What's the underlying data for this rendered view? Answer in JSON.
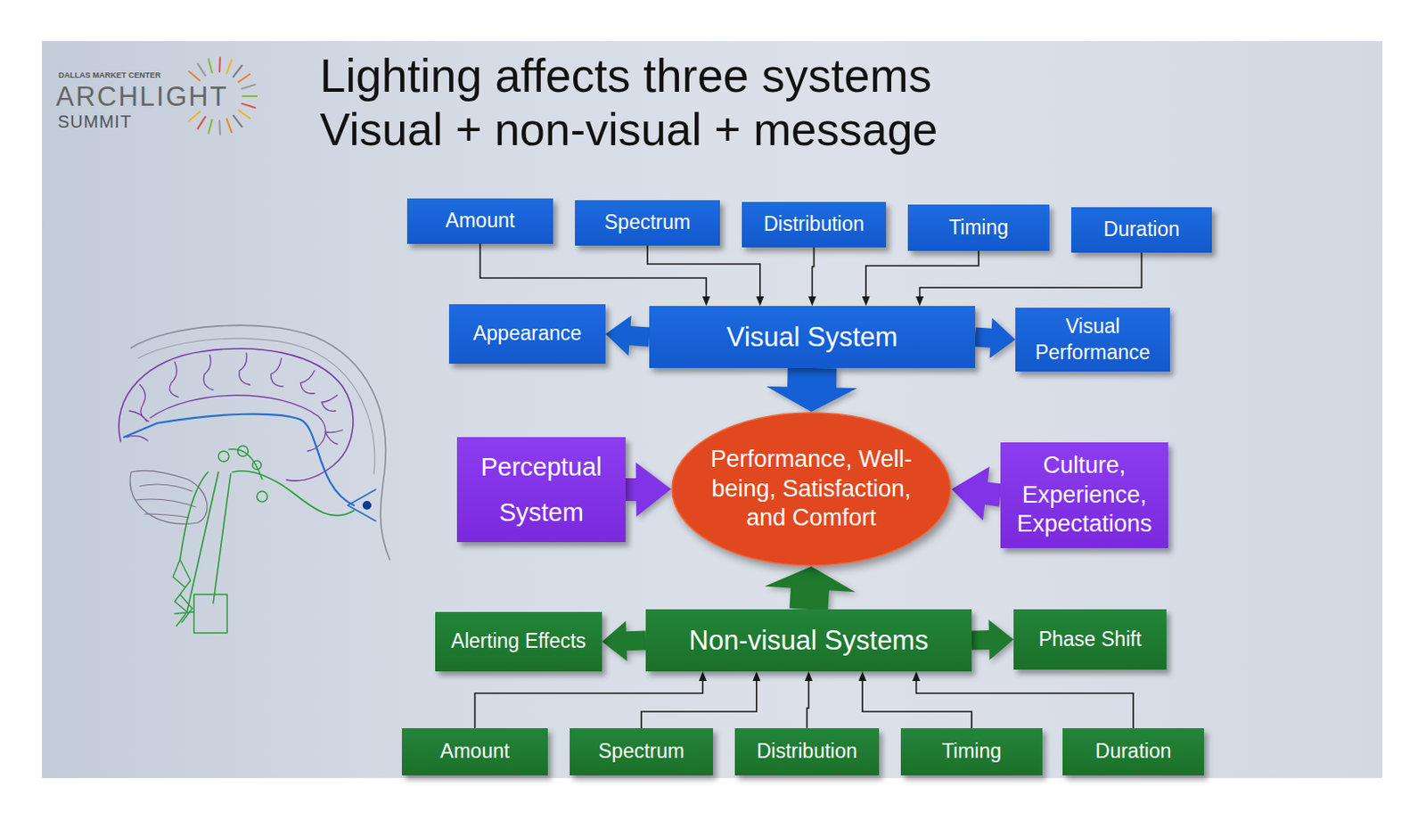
{
  "diagram": {
    "title": "Lighting affects three systems",
    "nodes": [
      {
        "text": [
          "Amount"
        ]
      },
      {
        "text": [
          "Spectrum"
        ]
      },
      {
        "text": [
          "Distribution"
        ]
      },
      {
        "text": [
          "Timing"
        ]
      },
      {
        "text": [
          "Duration"
        ]
      },
      {
        "text": [
          "Appearance"
        ]
      },
      {
        "text": [
          "Visual System"
        ]
      },
      {
        "text": [
          "Visual Performance"
        ]
      },
      {
        "text": [
          "Perceptual System"
        ]
      },
      {
        "text": [
          "Performance, Well-being, Satisfaction, and Comfort"
        ]
      },
      {
        "text": [
          "Culture, Experience, Expectations"
        ]
      },
      {
        "text": [
          "Alerting Effects"
        ]
      },
      {
        "text": [
          "Non-visual Systems"
        ]
      },
      {
        "text": [
          "Phase Shift"
        ]
      },
      {
        "text": [
          "Amount"
        ]
      },
      {
        "text": [
          "Spectrum"
        ]
      },
      {
        "text": [
          "Distribution"
        ]
      },
      {
        "text": [
          "Timing"
        ]
      },
      {
        "text": [
          "Duration"
        ]
      }
    ],
    "edges": [
      {
        "from": 0,
        "to": 6,
        "arrow": "to"
      },
      {
        "from": 1,
        "to": 6,
        "arrow": "to"
      },
      {
        "from": 2,
        "to": 6,
        "arrow": "to"
      },
      {
        "from": 3,
        "to": 6,
        "arrow": "to"
      },
      {
        "from": 4,
        "to": 6,
        "arrow": "to"
      },
      {
        "from": 6,
        "to": 5,
        "arrow": "to"
      },
      {
        "from": 6,
        "to": 7,
        "arrow": "to"
      },
      {
        "from": 6,
        "to": 9,
        "arrow": "to"
      },
      {
        "from": 8,
        "to": 9,
        "arrow": "to"
      },
      {
        "from": 10,
        "to": 9,
        "arrow": "to"
      },
      {
        "from": 12,
        "to": 9,
        "arrow": "to"
      },
      {
        "from": 12,
        "to": 11,
        "arrow": "to"
      },
      {
        "from": 12,
        "to": 13,
        "arrow": "to"
      },
      {
        "from": 14,
        "to": 12,
        "arrow": "to"
      },
      {
        "from": 15,
        "to": 12,
        "arrow": "to"
      },
      {
        "from": 16,
        "to": 12,
        "arrow": "to"
      },
      {
        "from": 17,
        "to": 12,
        "arrow": "to"
      },
      {
        "from": 18,
        "to": 12,
        "arrow": "to"
      }
    ],
    "labels": [
      "DALLAS MARKET CENTER",
      "ARCHLIGHT",
      "SUMMIT",
      "Visual + non-visual + message"
    ]
  }
}
